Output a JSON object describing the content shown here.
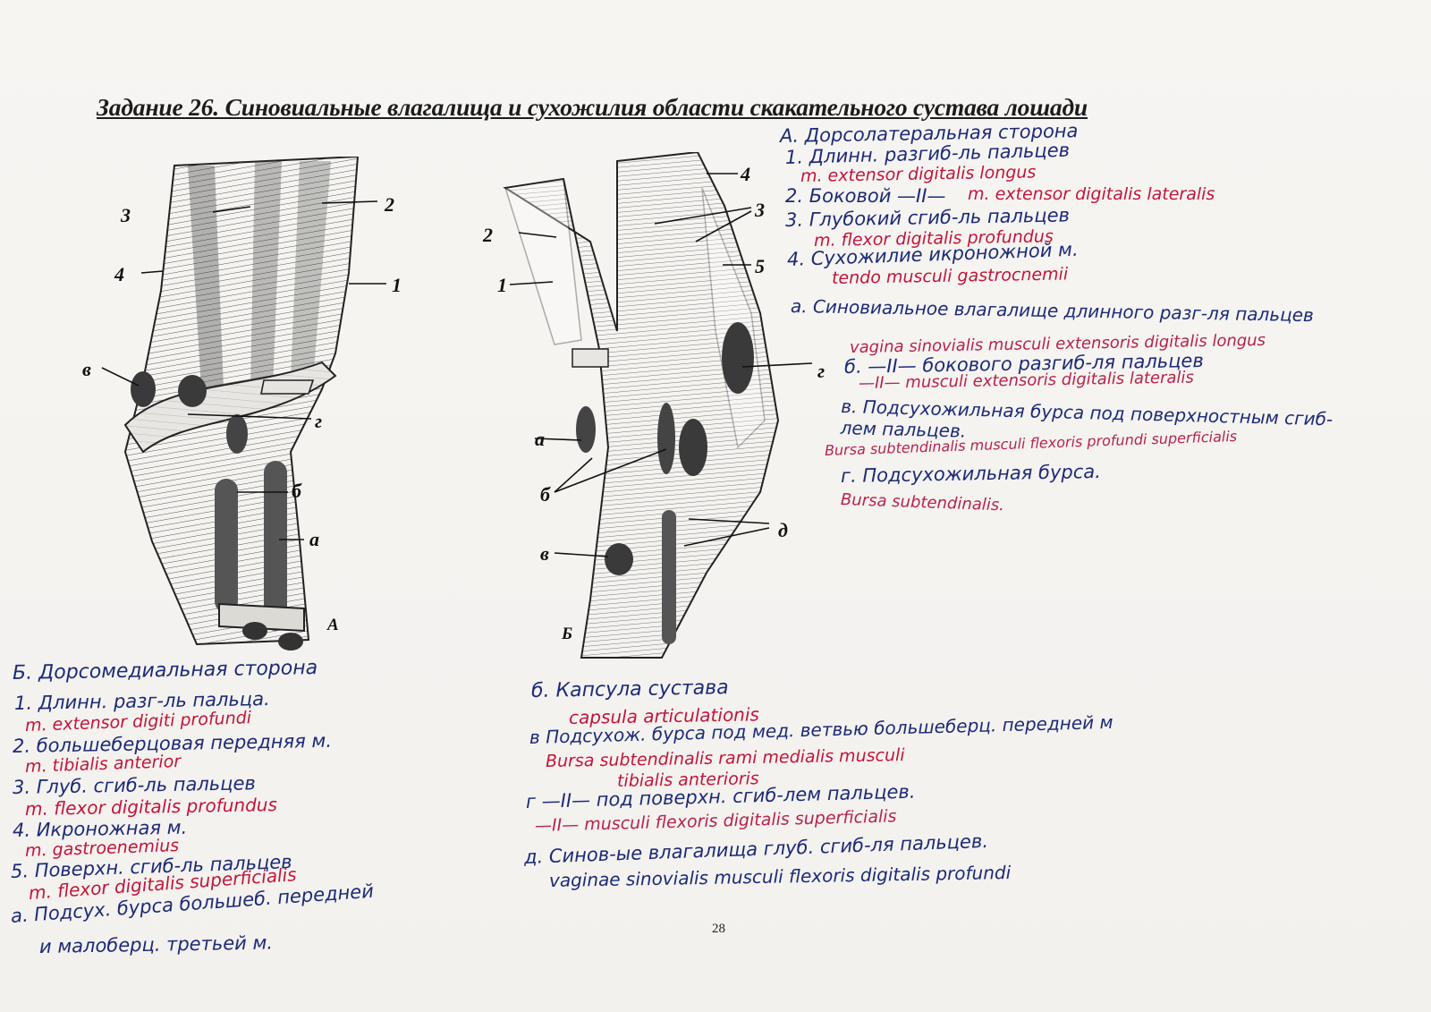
{
  "title": "Задание 26. Синовиальные влагалища и сухожилия области скакательного сустава лошади",
  "figure_a": {
    "caption": "А",
    "labels": {
      "n1": "1",
      "n2": "2",
      "n3": "3",
      "n4": "4",
      "a": "а",
      "b": "б",
      "v": "в",
      "g": "г"
    }
  },
  "figure_b": {
    "caption": "Б",
    "labels": {
      "n1": "1",
      "n2": "2",
      "n3": "3",
      "n4": "4",
      "n5": "5",
      "a": "а",
      "b": "б",
      "v": "в",
      "g": "г",
      "d": "д"
    }
  },
  "notes_right": {
    "heading": "А. Дорсолатеральная сторона",
    "items": [
      {
        "ru": "1. Длинн. разгиб-ль пальцев",
        "lat": "m. extensor digitalis longus"
      },
      {
        "ru": "2. Боковой —II—",
        "lat": "m. extensor digitalis lateralis"
      },
      {
        "ru": "3. Глубокий сгиб-ль пальцев",
        "lat": "m. flexor digitalis profundus"
      },
      {
        "ru": "4. Сухожилие икроножной м.",
        "lat": "tendo musculi gastrocnemii"
      },
      {
        "ru": "а. Синовиальное влагалище длинного разг-ля пальцев",
        "lat": "vagina sinovialis musculi extensoris digitalis longus"
      },
      {
        "ru": "б. —II— бокового разгиб-ля пальцев",
        "lat": "—II— musculi extensoris digitalis lateralis"
      },
      {
        "ru": "в. Подсухожильная бурса под поверхностным сгиб-лем пальцев.",
        "lat": "Bursa subtendinalis musculi flexoris profundi superficialis"
      },
      {
        "ru": "г. Подсухожильная бурса.",
        "lat": "Bursa subtendinalis."
      }
    ]
  },
  "notes_left": {
    "heading": "Б. Дорсомедиальная сторона",
    "items": [
      {
        "ru": "1. Длинн. разг-ль пальца.",
        "lat": "m. extensor digiti profundi"
      },
      {
        "ru": "2. большеберцовая передняя м.",
        "lat": "m. tibialis anterior"
      },
      {
        "ru": "3. Глуб. сгиб-ль пальцев",
        "lat": "m. flexor digitalis profundus"
      },
      {
        "ru": "4. Икроножная м.",
        "lat": "m. gastroenemius"
      },
      {
        "ru": "5. Поверхн. сгиб-ль пальцев",
        "lat": "m. flexor digitalis superficialis"
      },
      {
        "ru": "а. Подсух. бурса большеб. передней",
        "ru2": "и малоберц. третьей м."
      }
    ]
  },
  "notes_bottom": {
    "items": [
      {
        "ru": "б. Капсула сустава",
        "lat": "capsula articulationis"
      },
      {
        "ru": "в Подсухож. бурса под мед. ветвью большеберц. передней м",
        "lat": "Bursa subtendinalis rami medialis musculi",
        "lat2": "tibialis anterioris"
      },
      {
        "ru": "г —II— под поверхн. сгиб-лем пальцев.",
        "lat": "—II— musculi flexoris digitalis superficialis"
      },
      {
        "ru": "д. Синов-ые влагалища глуб. сгиб-ля пальцев.",
        "lat": "vaginae sinovialis musculi flexoris digitalis profundi"
      }
    ]
  },
  "page_number": "28",
  "colors": {
    "ink_blue": "#1d2a78",
    "ink_red": "#c4143a",
    "print": "#1c1c1c",
    "paper": "#f4f2ef"
  }
}
